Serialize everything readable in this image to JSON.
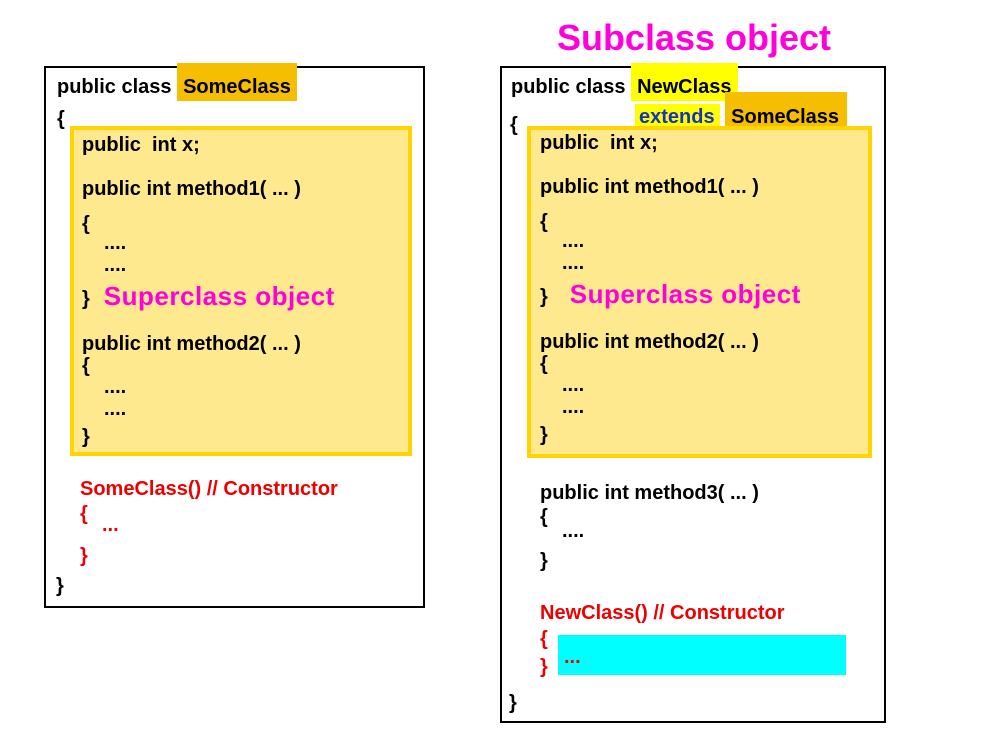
{
  "title": "Subclass object",
  "colors": {
    "magenta": "#ff00dd",
    "red": "#ee0000",
    "blue": "#1133cc",
    "gold": "#f6be00",
    "yellow": "#ffff00",
    "cyan": "#00ffff",
    "border": "#ffd400",
    "fill": "#ffe98e"
  },
  "left": {
    "decl_prefix": "public class ",
    "class_name": "SomeClass",
    "brace_open": "{",
    "brace_close": "}",
    "box": {
      "field": "public  int x;",
      "method1": "public int method1( ... )",
      "brace_open": "{",
      "dots": "....",
      "brace_close": "}",
      "label": "Superclass object",
      "method2": "public int method2( ... )"
    },
    "constructor": {
      "signature": "SomeClass() // Constructor",
      "brace_open": "{",
      "dots": "...",
      "brace_close": "}"
    }
  },
  "right": {
    "decl_prefix": "public class ",
    "class_name": "NewClass",
    "extends_keyword": "extends",
    "extends_target": "SomeClass",
    "brace_open": "{",
    "brace_close": "}",
    "box": {
      "field": "public  int x;",
      "method1": "public int method1( ... )",
      "brace_open": "{",
      "dots": "....",
      "brace_close": "}",
      "label": "Superclass object",
      "method2": "public int method2( ... )"
    },
    "method3": {
      "signature": "public int method3( ... )",
      "brace_open": "{",
      "dots": "....",
      "brace_close": "}"
    },
    "constructor": {
      "signature": "NewClass() // Constructor",
      "brace_open": "{",
      "dots": "...",
      "brace_close": "}"
    }
  }
}
